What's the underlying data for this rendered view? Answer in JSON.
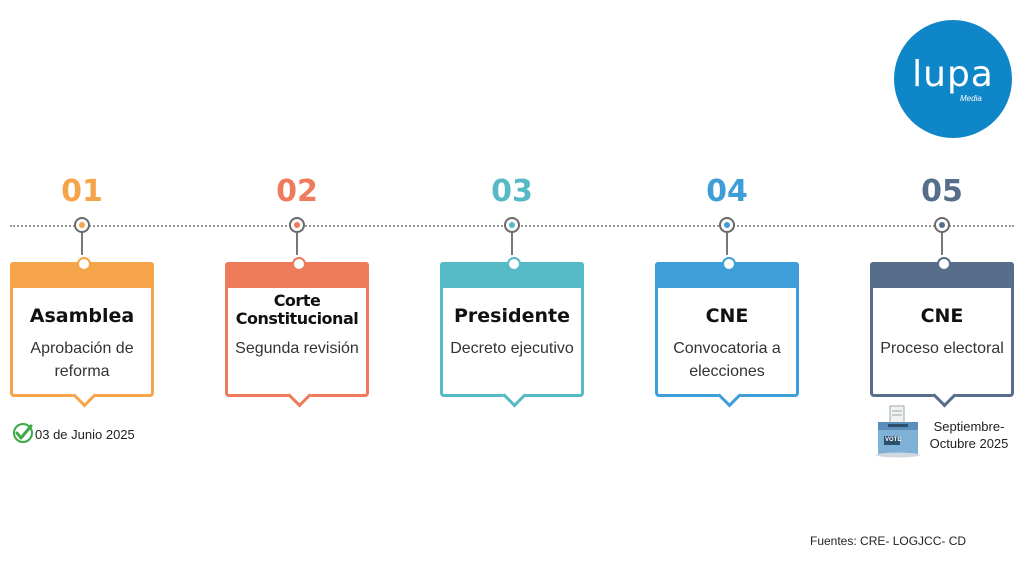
{
  "logo": {
    "word": "lupa",
    "sub": "Media"
  },
  "steps": [
    {
      "number": "01",
      "title": "Asamblea",
      "desc": "Aprobación de reforma",
      "color": "#f6a44a"
    },
    {
      "number": "02",
      "title": "Corte Constitucional",
      "desc": "Segunda revisión",
      "color": "#ee7b5b"
    },
    {
      "number": "03",
      "title": "Presidente",
      "desc": "Decreto ejecutivo",
      "color": "#55bac6"
    },
    {
      "number": "04",
      "title": "CNE",
      "desc": "Convocatoria a elecciones",
      "color": "#3e9fd8"
    },
    {
      "number": "05",
      "title": "CNE",
      "desc": "Proceso electoral",
      "color": "#566e8a"
    }
  ],
  "notes": {
    "step1_date": "03 de Junio 2025",
    "step5_date": "Septiembre- Octubre 2025",
    "vote_box_label": "VOTE"
  },
  "sources": "Fuentes: CRE- LOGJCC- CD",
  "icons": {
    "check": "check-icon",
    "ballot": "ballot-box-icon"
  }
}
